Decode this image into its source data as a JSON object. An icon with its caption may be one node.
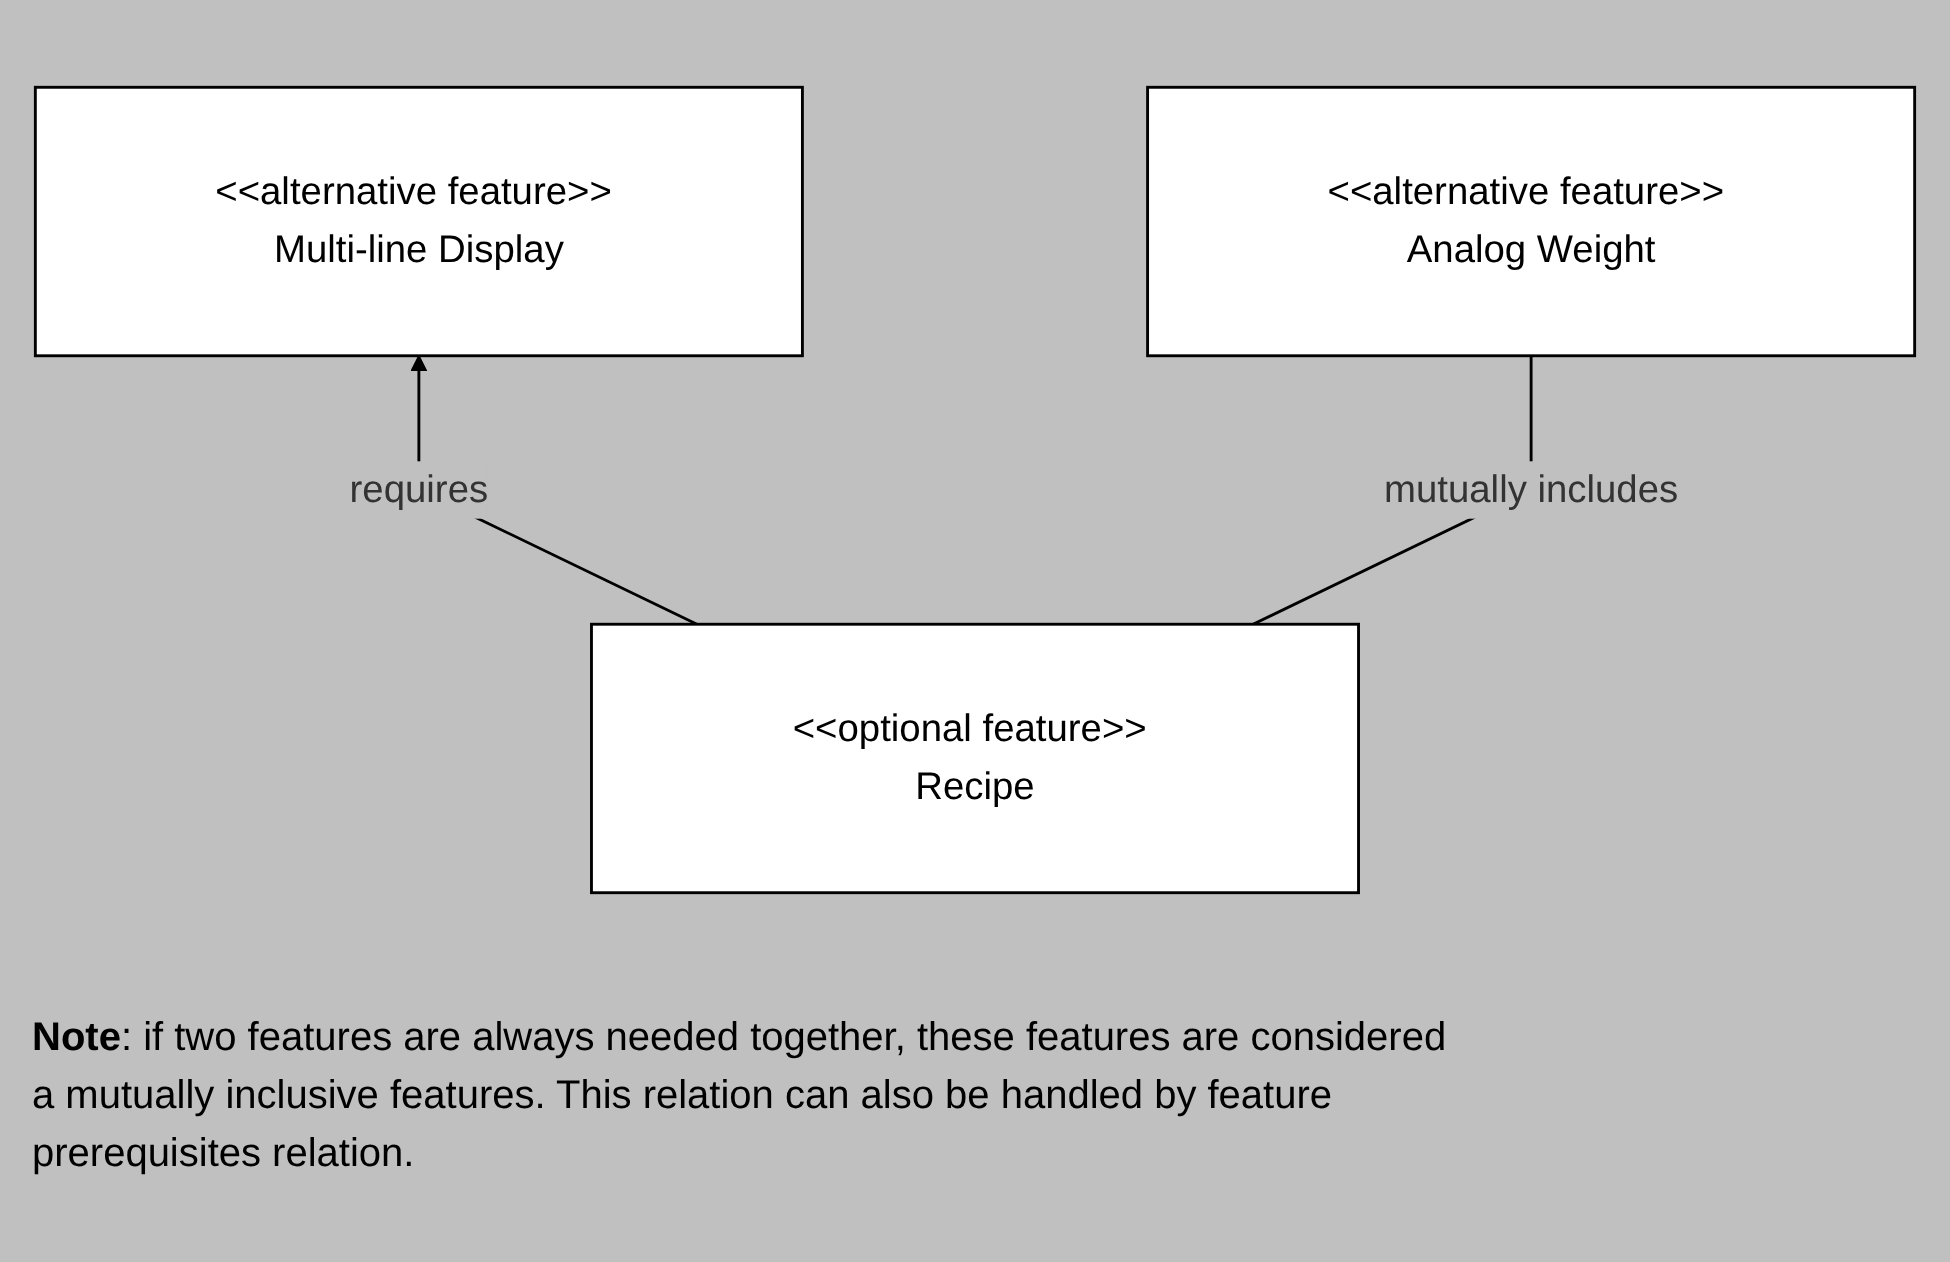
{
  "diagram": {
    "nodes": [
      {
        "text": [
          "<<alternative feature>> Multi-line Display"
        ]
      },
      {
        "text": [
          "<<alternative feature>> Analog Weight"
        ]
      },
      {
        "text": [
          "<<optional feature>> Recipe"
        ]
      }
    ],
    "edges": [
      {
        "from": 2,
        "to": 0,
        "arrow": "to",
        "label": "requires"
      },
      {
        "from": 2,
        "to": 1,
        "arrow": "none",
        "label": "mutually includes"
      }
    ],
    "labels": [
      "**Note**: if two features are always needed together, these features are considered a mutually inclusive features. This relation can also be handled by feature prerequisites relation."
    ]
  }
}
